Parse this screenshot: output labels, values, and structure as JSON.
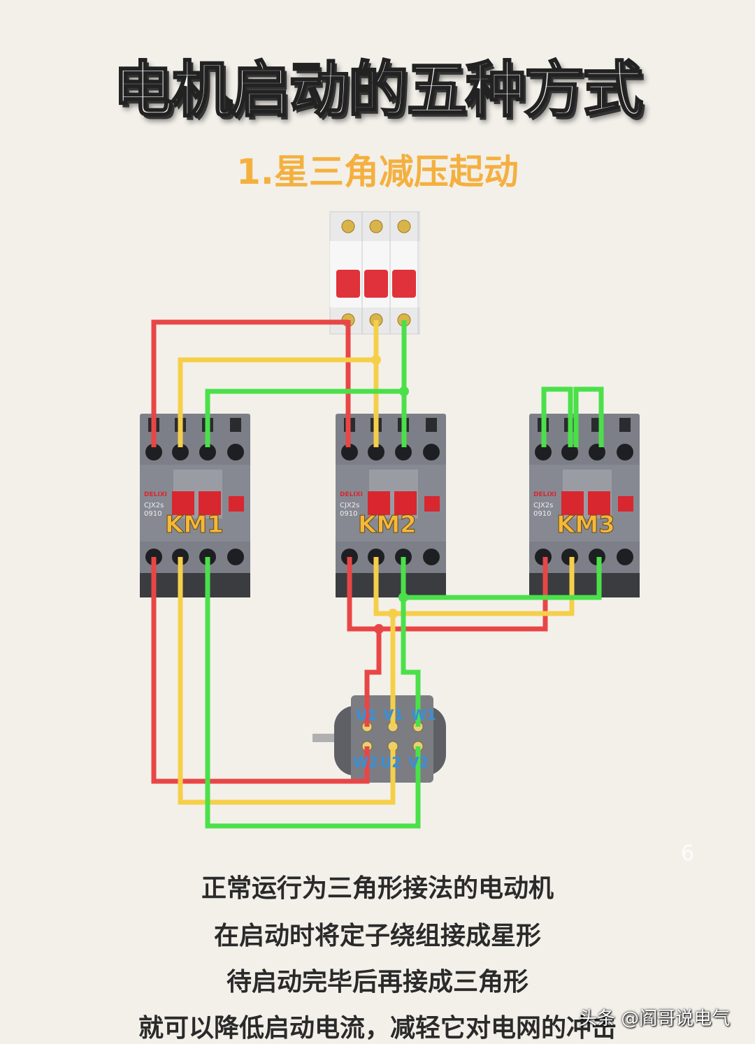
{
  "title": "电机启动的五种方式",
  "subtitle": "1.星三角减压起动",
  "colors": {
    "phase_l1": "#e84646",
    "phase_l2": "#f6cf4a",
    "phase_l3": "#4be04a",
    "contactor_body": "#7a7d85",
    "title_accent": "#f4b03f",
    "terminal_label": "#3a8fd6"
  },
  "contactors": [
    {
      "label": "KM1",
      "brand": "DELIXI",
      "model": "CJX2s",
      "code": "0910"
    },
    {
      "label": "KM2",
      "brand": "DELIXI",
      "model": "CJX2s",
      "code": "0910"
    },
    {
      "label": "KM3",
      "brand": "DELIXI",
      "model": "CJX2s",
      "code": "0910"
    }
  ],
  "motor": {
    "top_terminals": [
      "U1",
      "V1",
      "W1"
    ],
    "bottom_terminals": [
      "W2",
      "U2",
      "V2"
    ]
  },
  "description": [
    "正常运行为三角形接法的电动机",
    "在启动时将定子绕组接成星形",
    "待启动完毕后再接成三角形",
    "就可以降低启动电流，减轻它对电网的冲击"
  ],
  "page_number": "6",
  "watermark": "头条 @阎哥说电气"
}
